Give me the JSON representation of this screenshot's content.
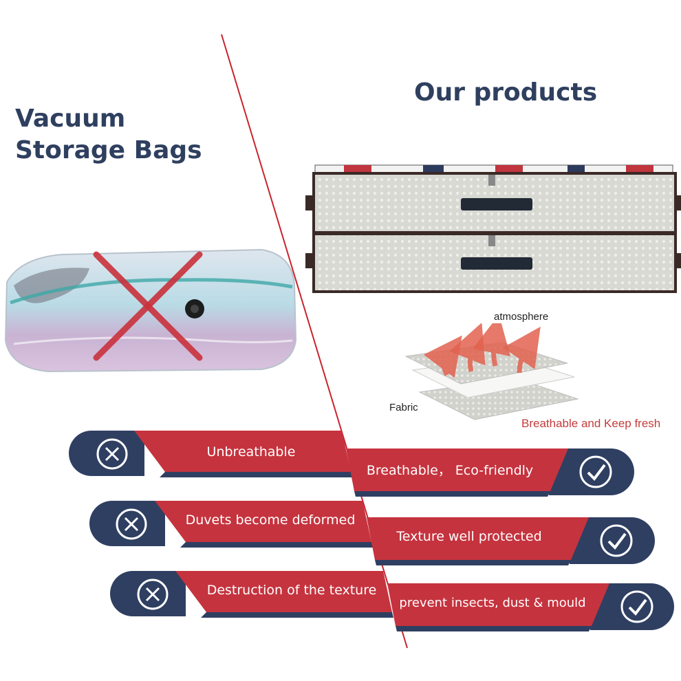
{
  "left": {
    "title_line1": "Vacuum",
    "title_line2": "Storage Bags",
    "cons": [
      {
        "text": "Unbreathable",
        "icon": "x-circle-icon"
      },
      {
        "text": "Duvets become deformed",
        "icon": "x-circle-icon"
      },
      {
        "text": "Destruction of the texture",
        "icon": "x-circle-icon"
      }
    ]
  },
  "right": {
    "title": "Our products",
    "diagram": {
      "top_label": "atmosphere",
      "side_label": "Fabric",
      "caption": "Breathable and Keep fresh"
    },
    "pros": [
      {
        "text": "Breathable， Eco-friendly",
        "icon": "check-circle-icon"
      },
      {
        "text": "Texture well protected",
        "icon": "check-circle-icon"
      },
      {
        "text": "prevent insects, dust & mould",
        "icon": "check-circle-icon"
      }
    ]
  },
  "colors": {
    "navy": "#2f3f62",
    "red": "#c5333e",
    "divider": "#c8242c"
  }
}
